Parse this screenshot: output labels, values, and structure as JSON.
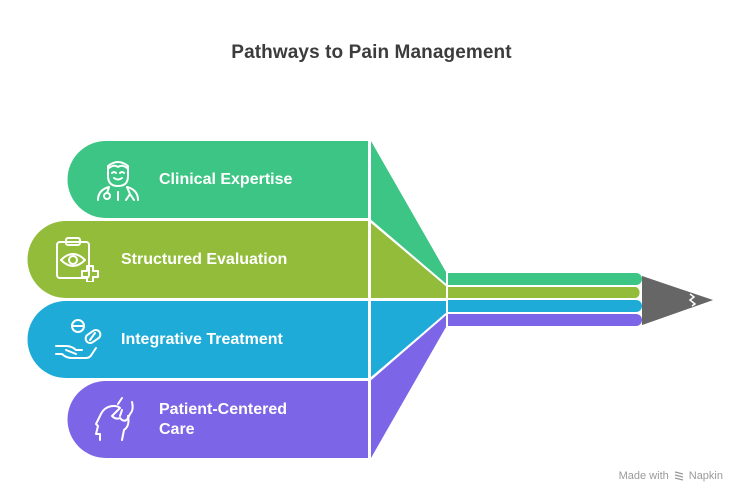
{
  "title": "Pathways to Pain Management",
  "colors": {
    "green": "#3CC584",
    "olive": "#92BC3A",
    "blue": "#1EABD8",
    "purple": "#7C65E6",
    "pencil_tip": "#666666",
    "title_text": "#3c3c3c"
  },
  "pathways": [
    {
      "label": "Clinical Expertise",
      "icon": "doctor-icon",
      "color": "#3CC584"
    },
    {
      "label": "Structured Evaluation",
      "icon": "clipboard-eye-plus-icon",
      "color": "#92BC3A"
    },
    {
      "label": "Integrative Treatment",
      "icon": "hand-pills-icon",
      "color": "#1EABD8"
    },
    {
      "label": "Patient-Centered Care",
      "label_line1": "Patient-Centered",
      "label_line2": "Care",
      "icon": "head-hand-care-icon",
      "color": "#7C65E6"
    }
  ],
  "footer": {
    "made_with": "Made with",
    "brand": "Napkin"
  }
}
